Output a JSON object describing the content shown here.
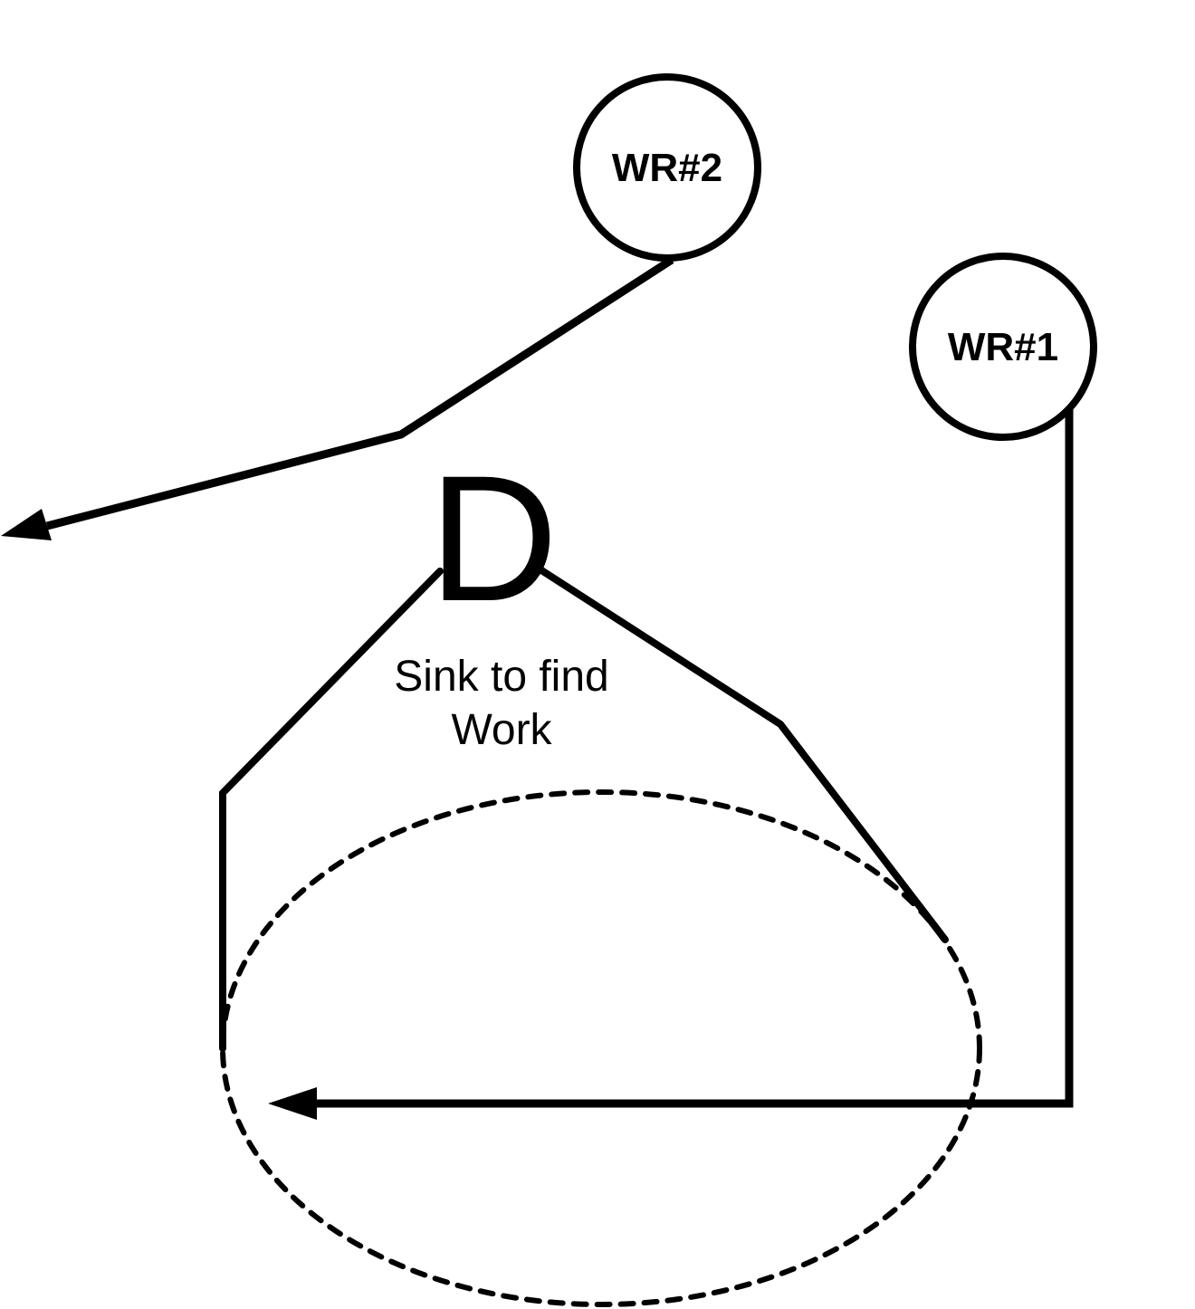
{
  "diagram": {
    "type": "football-play",
    "colors": {
      "background": "#ffffff",
      "ink": "#000000"
    },
    "players": [
      {
        "id": "wr2",
        "label": "WR#2",
        "shape": "circle"
      },
      {
        "id": "wr1",
        "label": "WR#1",
        "shape": "circle"
      }
    ],
    "routes": [
      {
        "from": "wr2",
        "description": "route up-field then breaking toward the left sideline",
        "end": "arrow"
      },
      {
        "from": "wr1",
        "description": "vertical stem then flat route breaking left underneath",
        "end": "arrow"
      }
    ],
    "defender": {
      "label": "D",
      "note_lines": [
        "Sink to find",
        "Work"
      ],
      "coverage_zone": {
        "shape": "ellipse",
        "style": "dashed"
      }
    }
  }
}
